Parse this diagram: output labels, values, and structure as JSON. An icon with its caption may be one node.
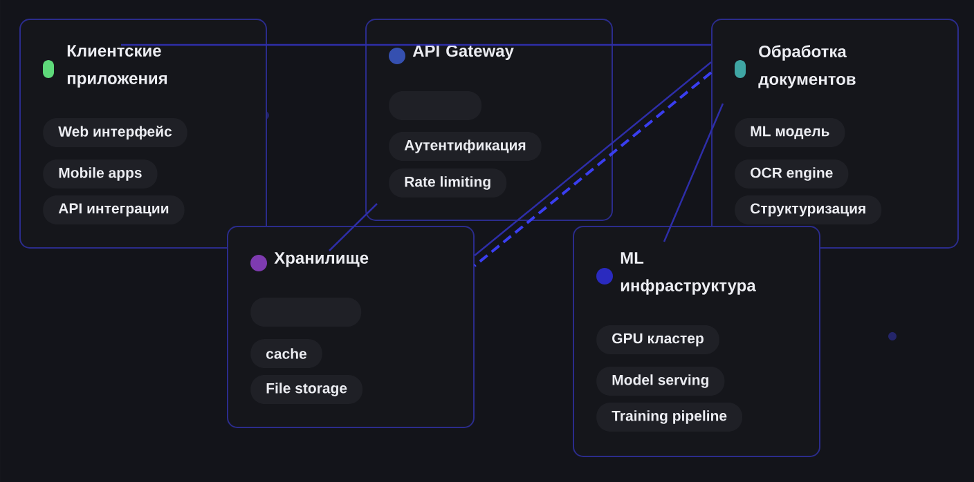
{
  "diagram": {
    "nodes": [
      {
        "text": [
          "Клиентские приложения"
        ]
      },
      {
        "text": [
          "Web интерфейс"
        ],
        "in": 0
      },
      {
        "text": [
          "Mobile apps"
        ],
        "in": 0
      },
      {
        "text": [
          "API интеграции"
        ],
        "in": 0
      },
      {
        "text": [
          "API Gateway"
        ]
      },
      {
        "text": [],
        "shape": "box",
        "in": 4
      },
      {
        "text": [
          "Аутентификация"
        ],
        "in": 4
      },
      {
        "text": [
          "Rate limiting"
        ],
        "in": 4
      },
      {
        "text": [
          "Обработка документов"
        ]
      },
      {
        "text": [
          "ML модель"
        ],
        "in": 8
      },
      {
        "text": [
          "OCR engine"
        ],
        "in": 8
      },
      {
        "text": [
          "Структуризация"
        ],
        "in": 8
      },
      {
        "text": [
          "Хранилище"
        ]
      },
      {
        "text": [],
        "shape": "box",
        "in": 12
      },
      {
        "text": [
          "cache"
        ],
        "in": 12
      },
      {
        "text": [
          "File storage"
        ],
        "in": 12
      },
      {
        "text": [
          "ML инфраструктура"
        ]
      },
      {
        "text": [
          "GPU кластер"
        ],
        "in": 16
      },
      {
        "text": [
          "Model serving"
        ],
        "in": 16
      },
      {
        "text": [
          "Training pipeline"
        ],
        "in": 16
      }
    ],
    "edges": [
      {
        "from": 0,
        "to": 8,
        "arrow": "none"
      },
      {
        "from": 4,
        "to": 12,
        "arrow": "none"
      },
      {
        "from": 8,
        "to": 12,
        "arrow": "none"
      },
      {
        "from": 8,
        "to": 12,
        "arrow": "none",
        "style": "dashed",
        "color": "#3a3ef0"
      },
      {
        "from": 8,
        "to": 16,
        "arrow": "none"
      }
    ]
  }
}
